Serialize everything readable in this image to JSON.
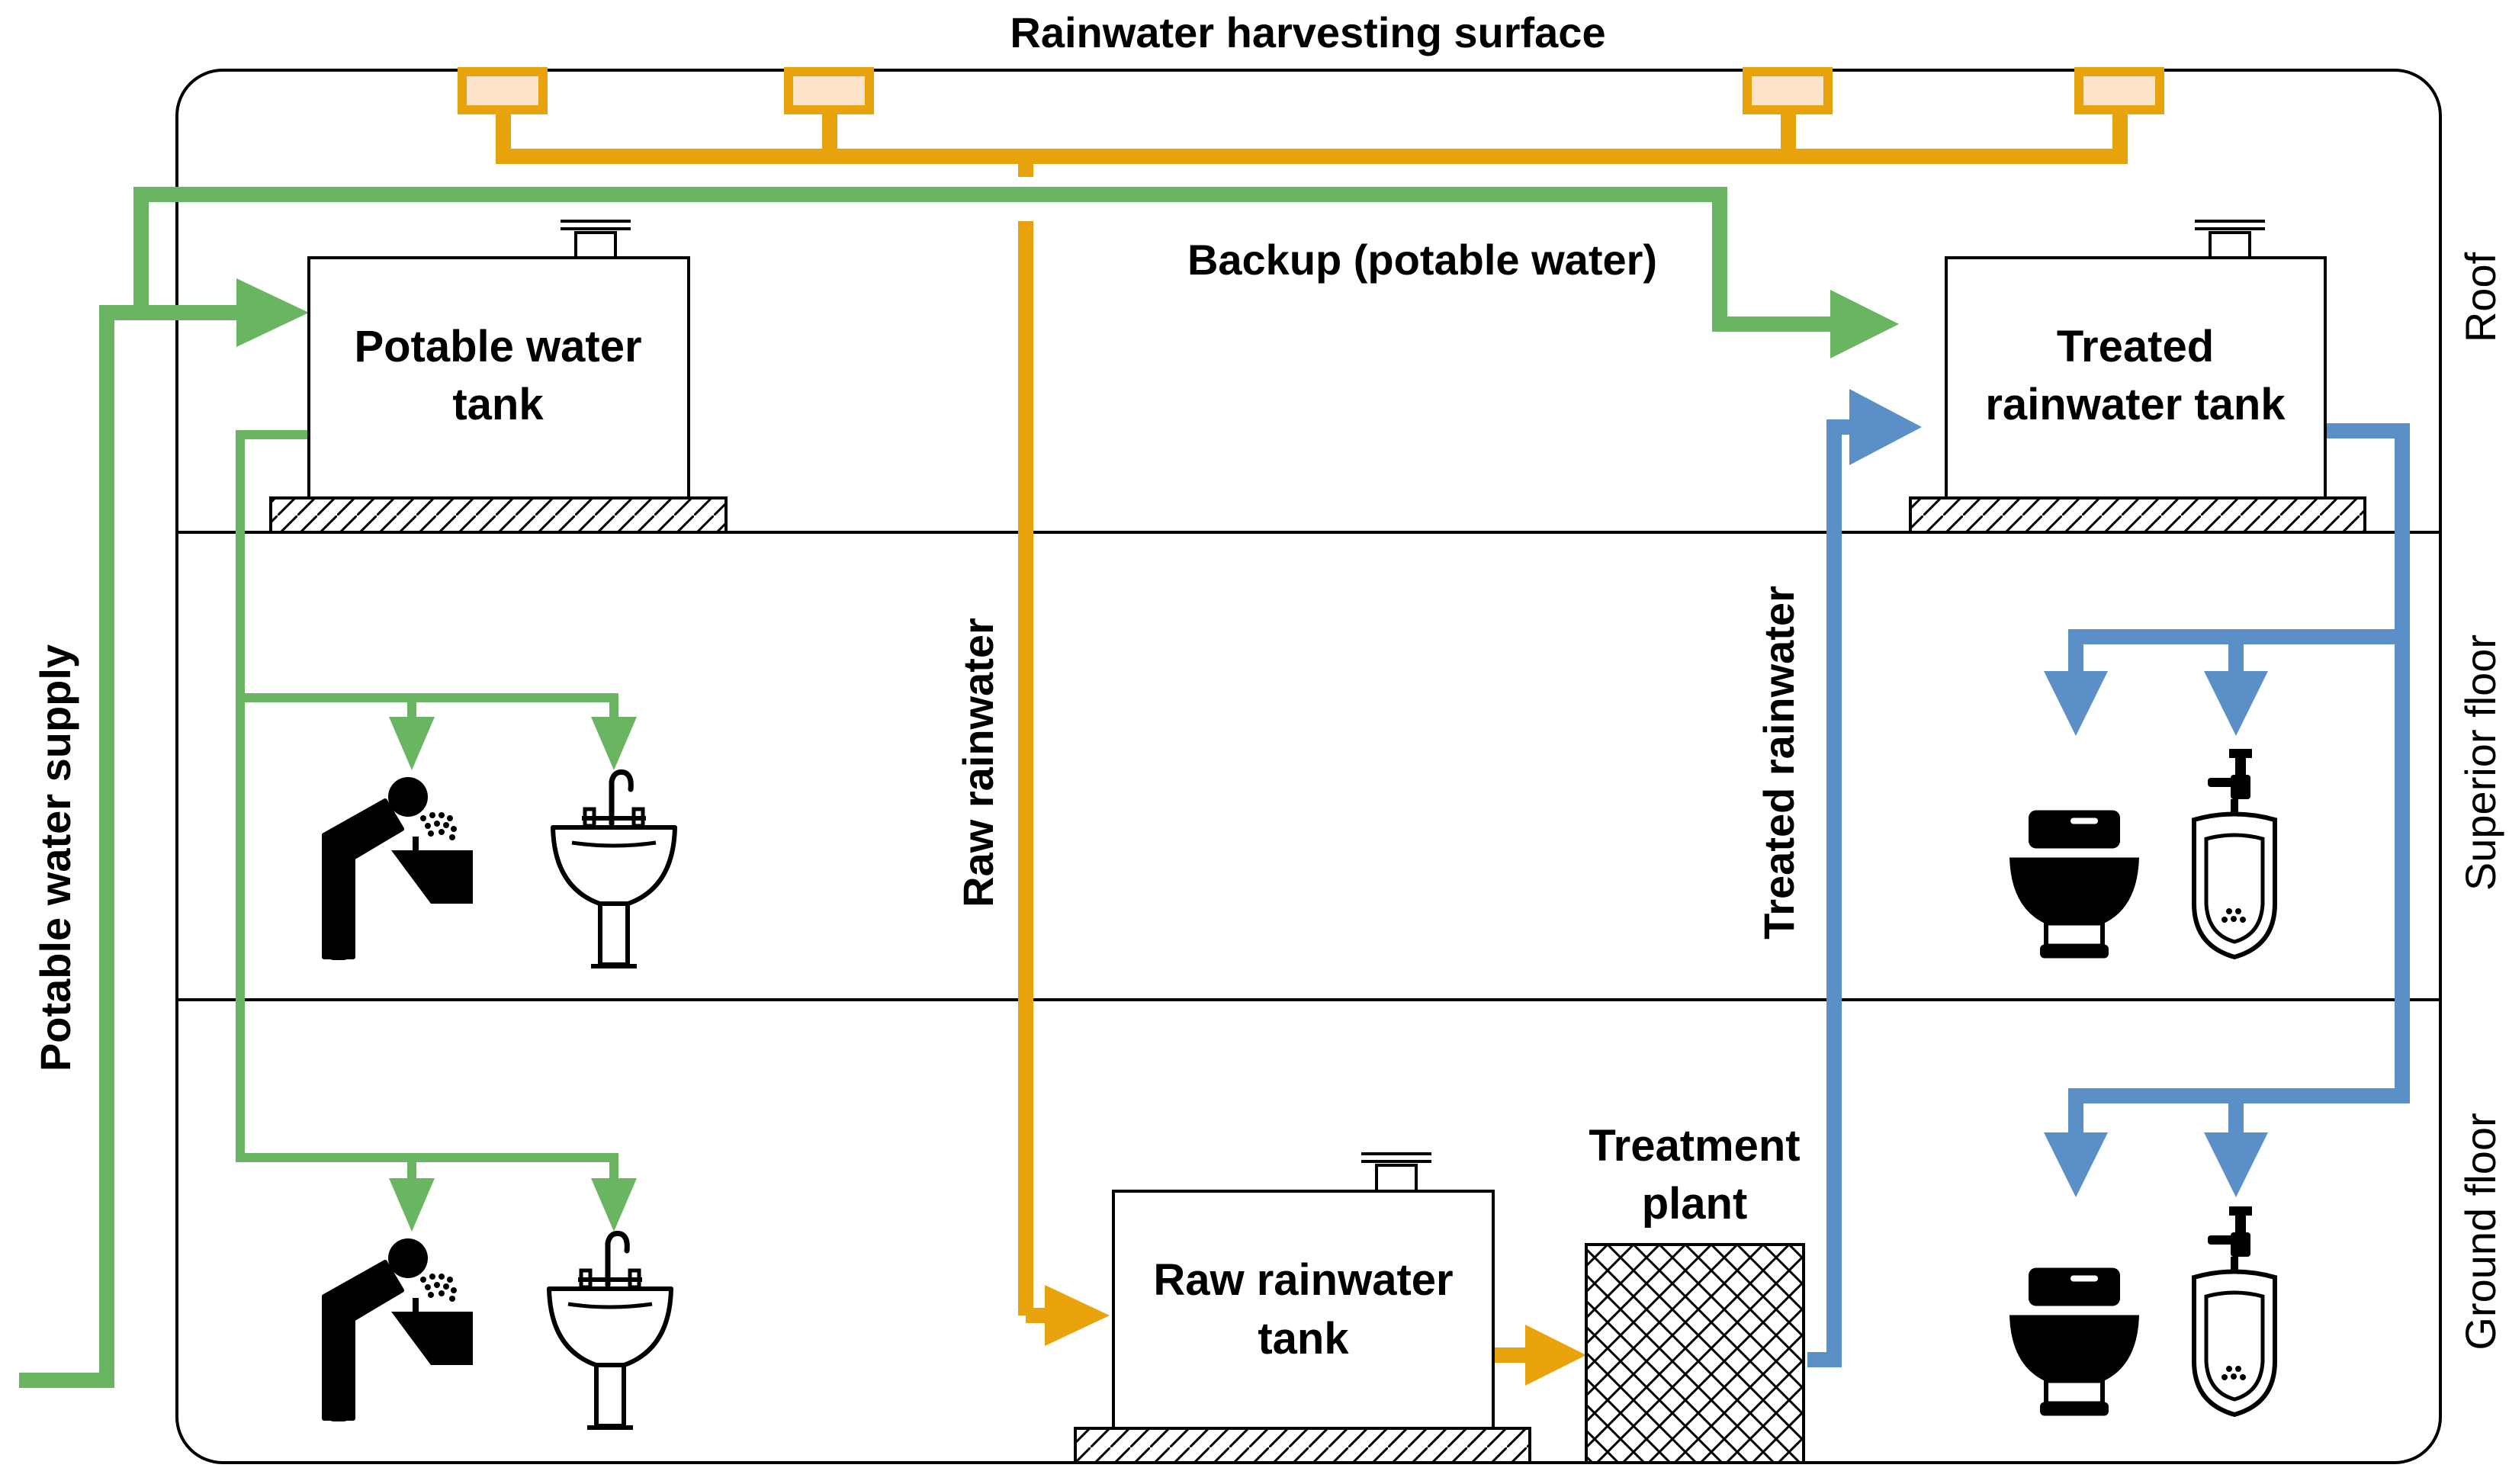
{
  "labels": {
    "harvesting_surface": "Rainwater harvesting surface",
    "backup": "Backup (potable water)",
    "potable_tank_line1": "Potable water",
    "potable_tank_line2": "tank",
    "treated_tank_line1": "Treated",
    "treated_tank_line2": "rainwater tank",
    "raw_tank_line1": "Raw rainwater",
    "raw_tank_line2": "tank",
    "treatment_plant_line1": "Treatment",
    "treatment_plant_line2": "plant",
    "potable_supply": "Potable water supply",
    "raw_rainwater": "Raw rainwater",
    "treated_rainwater": "Treated rainwater"
  },
  "floors": [
    "Roof",
    "Superior floor",
    "Ground floor"
  ],
  "fixtures": {
    "potable": [
      "drinking-fountain",
      "sink"
    ],
    "treated": [
      "toilet",
      "urinal"
    ]
  },
  "colors": {
    "potable": "#6ab561",
    "raw": "#e8a20c",
    "treated": "#5a8fc7",
    "collector_fill": "#fde3c9",
    "outline": "#000000"
  }
}
